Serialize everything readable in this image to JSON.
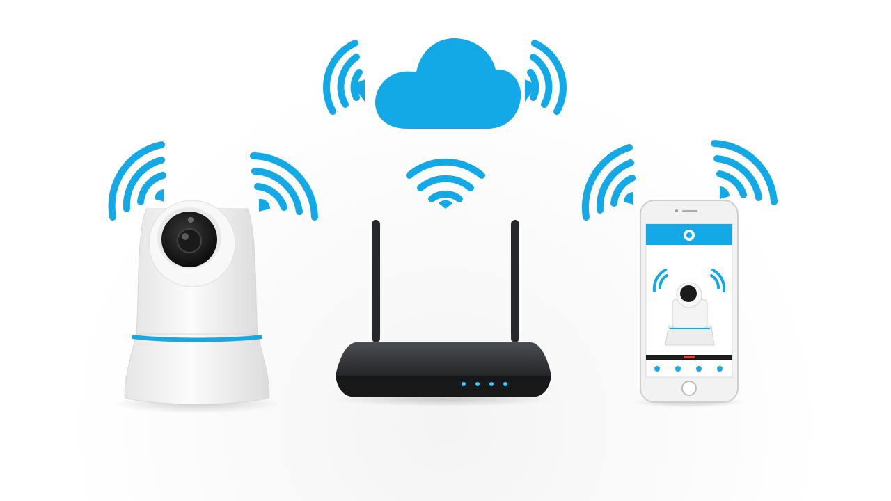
{
  "scene": {
    "subject": "camera-router-cloud-phone",
    "accent_color": "#13a9e6",
    "device_white": "#f3f3f3",
    "router_color": "#2b2d30"
  },
  "elements": [
    {
      "id": "cloud",
      "icon": "cloud-icon"
    },
    {
      "id": "router",
      "icon": "router-icon",
      "status_lights": 4
    },
    {
      "id": "camera",
      "icon": "security-camera-icon"
    },
    {
      "id": "phone",
      "icon": "smartphone-icon"
    }
  ]
}
